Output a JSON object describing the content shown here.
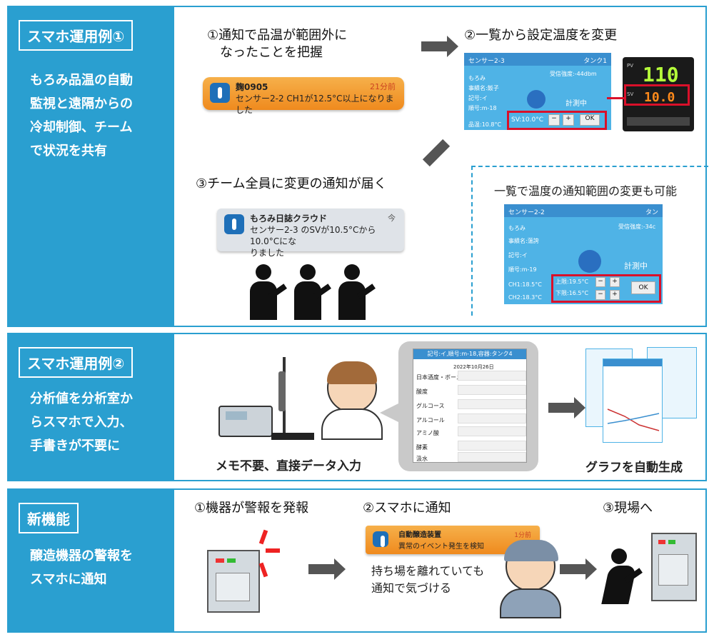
{
  "section1": {
    "tag": "スマホ運用例①",
    "desc": [
      "もろみ品温の自動",
      "監視と遠隔からの",
      "冷却制御、チーム",
      "で状況を共有"
    ],
    "step1": [
      "①通知で品温が範囲外に",
      "なったことを把握"
    ],
    "step2": "②一覧から設定温度を変更",
    "step3": "③チーム全員に変更の通知が届く",
    "step4": "一覧で温度の通知範囲の変更も可能",
    "notif1": {
      "title": "麹0905",
      "time": "21分前",
      "text": "センサー2-2 CH1が12.5°C以上になりました"
    },
    "notif2": {
      "title": "もろみ日誌クラウド",
      "time": "今",
      "line1": "センサー2-3 のSVが10.5°Cから10.0°Cにな",
      "line2": "りました"
    },
    "screen1": {
      "header": "センサー2-3",
      "tank": "タンク1",
      "signal": "受信強度:-44dbm",
      "rows": [
        "もろみ",
        "事績名:飯子",
        "記号:イ",
        "順号:m-18"
      ],
      "measuring": "計測中",
      "temp": "品温:10.8°C",
      "sv": "SV:10.0°C",
      "minus": "−",
      "plus": "+",
      "ok": "OK"
    },
    "controller": {
      "pv_label": "PV",
      "pv": "110",
      "sv_label": "SV",
      "sv": "10.0"
    },
    "screen2": {
      "header": "センサー2-2",
      "tank": "タン",
      "signal": "受信強度:-34c",
      "rows": [
        "もろみ",
        "事績名:蕩誇",
        "記号:イ",
        "順号:m-19"
      ],
      "measuring": "計測中",
      "ch1": "CH1:18.5°C",
      "ch2": "CH2:18.3°C",
      "upper": "上限:19.5°C",
      "lower": "下限:16.5°C",
      "minus": "−",
      "plus": "+",
      "ok": "OK"
    }
  },
  "section2": {
    "tag": "スマホ運用例②",
    "desc": [
      "分析値を分析室か",
      "らスマホで入力、",
      "手書きが不要に"
    ],
    "caption1": "メモ不要、直接データ入力",
    "caption2": "グラフを自動生成",
    "form": {
      "header": "記号:イ,順号:m-18,容器:タンク4",
      "date": "2022年10月26日",
      "rows": [
        "日本酒度・ボーメ",
        "酸度",
        "グルコース",
        "アルコール",
        "アミノ酸",
        "",
        "",
        "酵素",
        "汲水"
      ]
    }
  },
  "section3": {
    "tag": "新機能",
    "desc": [
      "醸造機器の警報を",
      "スマホに通知"
    ],
    "step1": "①機器が警報を発報",
    "step2": "②スマホに通知",
    "step3": "③現場へ",
    "notif": {
      "title": "自動醸造装置",
      "time": "1分前",
      "text": "異常のイベント発生を検知"
    },
    "caption": [
      "持ち場を離れていても",
      "通知で気づける"
    ]
  },
  "colors": {
    "accent": "#2a9fd0",
    "alert_red": "#d9102a",
    "notif_orange": "#f0962a"
  }
}
